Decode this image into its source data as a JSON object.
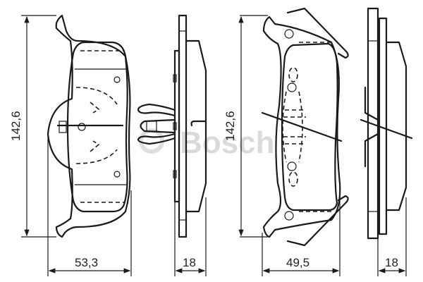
{
  "diagram": {
    "subject": "Brake pad set technical drawing",
    "watermark": "Bosch",
    "views": [
      {
        "id": "pad-1-front",
        "height_label": "142,6",
        "width_label": "53,3"
      },
      {
        "id": "pad-1-side",
        "thickness_label": "18"
      },
      {
        "id": "pad-2-front",
        "height_label": "142,6",
        "width_label": "49,5"
      },
      {
        "id": "pad-2-side",
        "thickness_label": "18"
      }
    ]
  },
  "dimensions": {
    "left_height": "142,6",
    "left_width": "53,3",
    "left_thickness": "18",
    "right_height": "142,6",
    "right_width": "49,5",
    "right_thickness": "18"
  },
  "colors": {
    "line": "#1a1a1a",
    "watermark": "#bdbdbd",
    "background": "#ffffff"
  }
}
